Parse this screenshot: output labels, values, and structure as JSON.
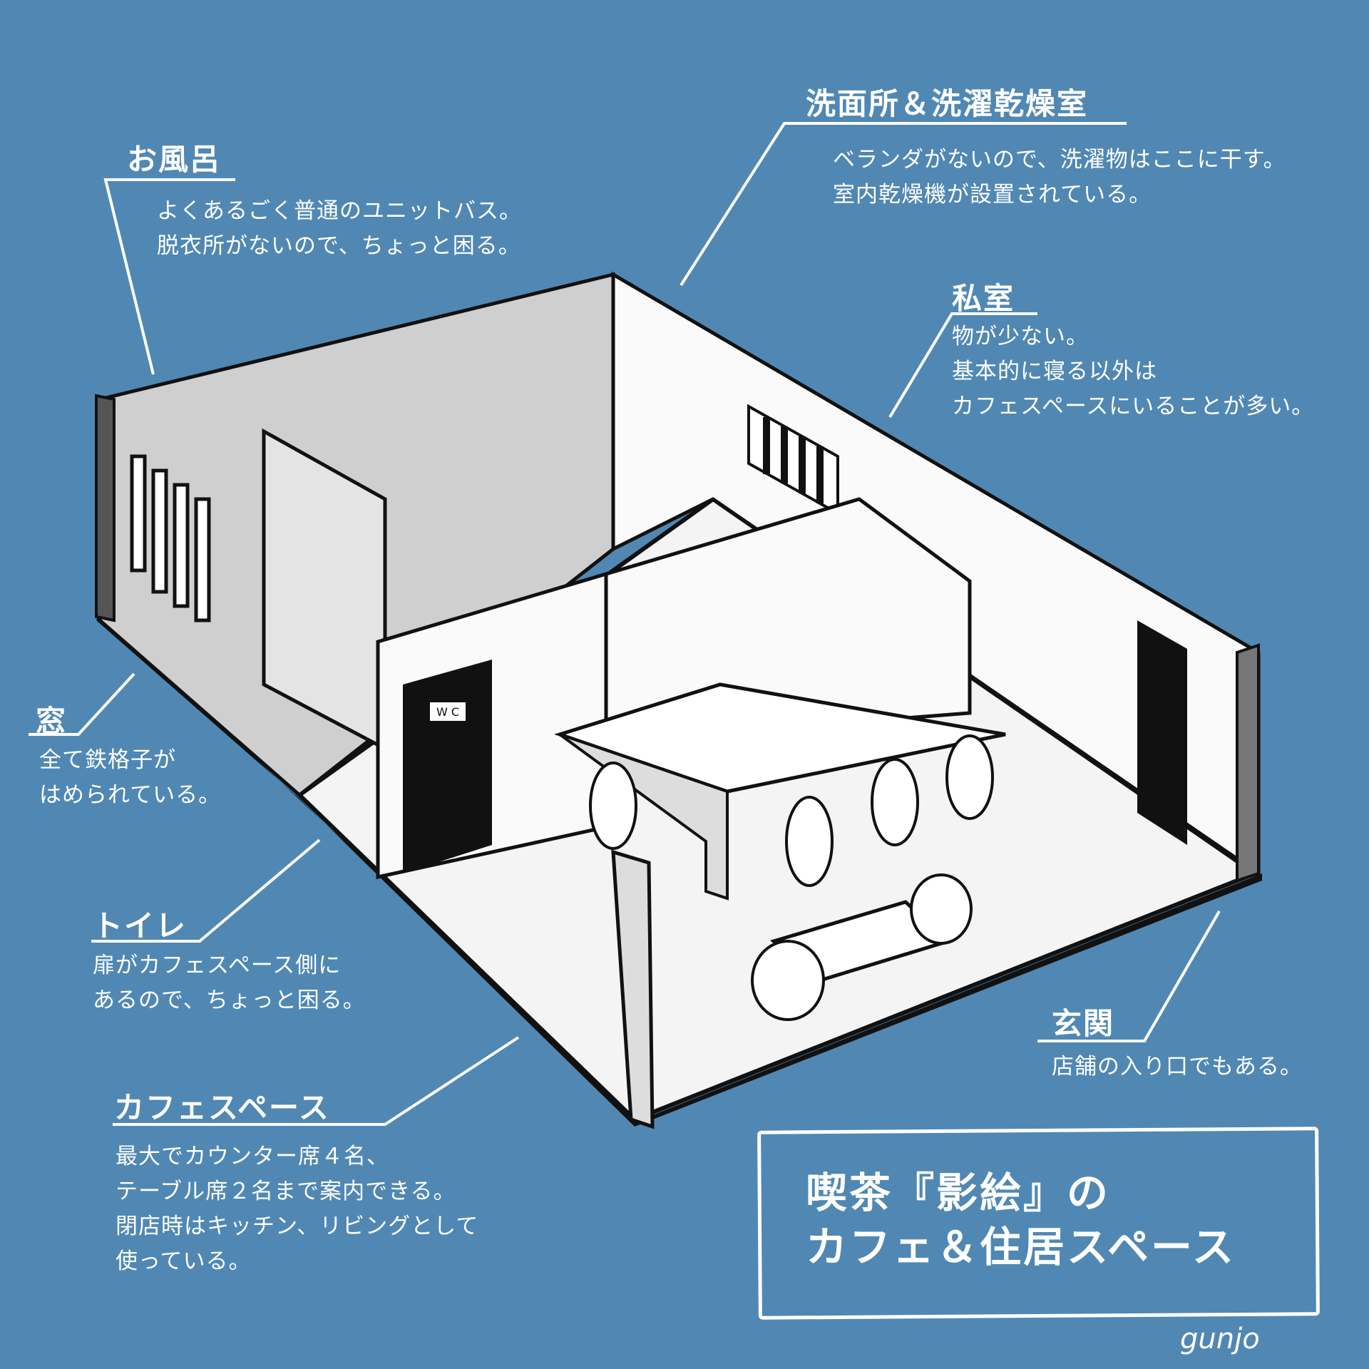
{
  "annotations": {
    "bath": {
      "title": "お風呂",
      "lines": [
        "よくあるごく普通のユニットバス。",
        "脱衣所がないので、ちょっと困る。"
      ]
    },
    "laundry": {
      "title": "洗面所＆洗濯乾燥室",
      "lines": [
        "ベランダがないので、洗濯物はここに干す。",
        "室内乾燥機が設置されている。"
      ]
    },
    "private_room": {
      "title": "私室",
      "lines": [
        "物が少ない。",
        "基本的に寝る以外は",
        "カフェスペースにいることが多い。"
      ]
    },
    "window": {
      "title": "窓",
      "lines": [
        "全て鉄格子が",
        "はめられている。"
      ]
    },
    "toilet": {
      "title": "トイレ",
      "lines": [
        "扉がカフェスペース側に",
        "あるので、ちょっと困る。"
      ]
    },
    "cafe": {
      "title": "カフェスペース",
      "lines": [
        "最大でカウンター席４名、",
        "テーブル席２名まで案内できる。",
        "閉店時はキッチン、リビングとして",
        "使っている。"
      ]
    },
    "entrance": {
      "title": "玄関",
      "lines": [
        "店舗の入り口でもある。"
      ]
    }
  },
  "title_box": {
    "line1": "喫茶『影絵』の",
    "line2": "カフェ＆住居スペース"
  },
  "illustration": {
    "wc_sign": "W C"
  },
  "signature": "gunjo",
  "colors": {
    "background": "#5088b3",
    "text": "#ffffff",
    "ink": "#111111",
    "wall": "#f2f2f2"
  }
}
